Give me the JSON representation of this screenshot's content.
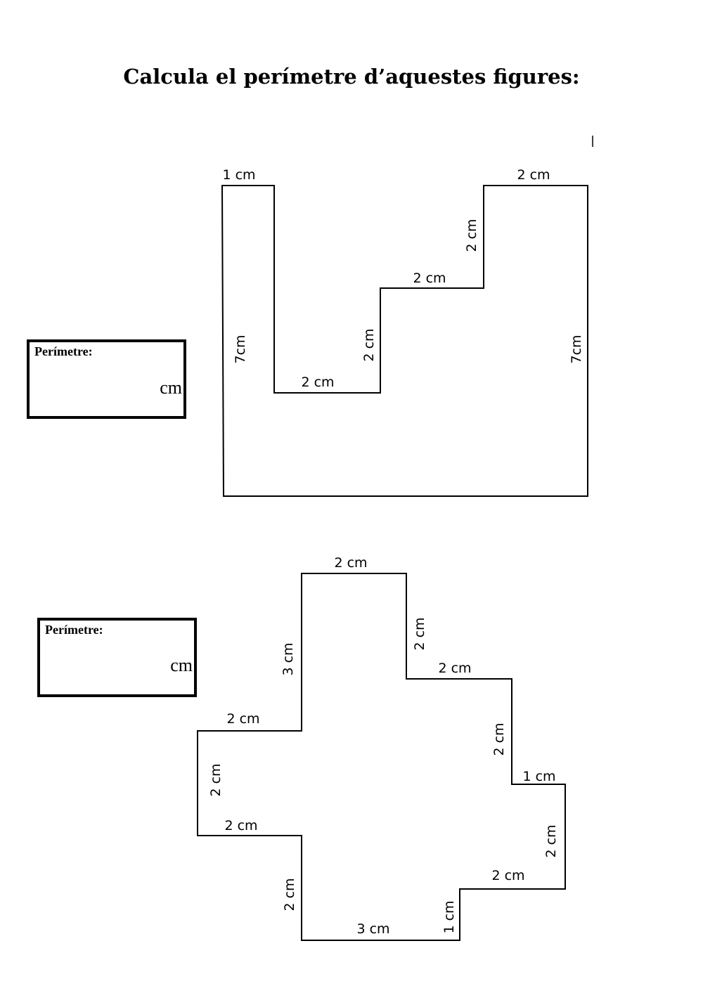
{
  "title": "Calcula el perímetre d’aquestes figures:",
  "answer_boxes": [
    {
      "label": "Perímetre:",
      "unit": "cm"
    },
    {
      "label": "Perímetre:",
      "unit": "cm"
    }
  ],
  "figure1": {
    "labels": [
      "1 cm",
      "2 cm",
      "2 cm",
      "2 cm",
      "2 cm",
      "2 cm",
      "7cm",
      "7cm"
    ]
  },
  "figure2": {
    "labels": [
      "2 cm",
      "2 cm",
      "2 cm",
      "2 cm",
      "1 cm",
      "2 cm",
      "2 cm",
      "1 cm",
      "3 cm",
      "2 cm",
      "2 cm",
      "2 cm",
      "2 cm",
      "3 cm"
    ]
  }
}
